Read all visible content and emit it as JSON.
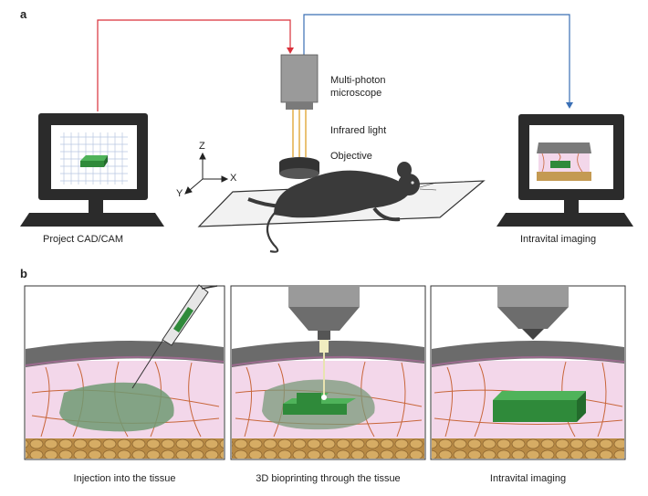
{
  "panel_a": {
    "letter": "a",
    "labels": {
      "microscope": [
        "Multi-photon",
        "microscope"
      ],
      "infrared": "Infrared light",
      "objective": "Objective",
      "axis_z": "Z",
      "axis_x": "X",
      "axis_y": "Y",
      "left_monitor": "Project CAD/CAM",
      "right_monitor": "Intravital imaging"
    },
    "colors": {
      "red_connector": "#d9303a",
      "blue_connector": "#3a6fb5"
    }
  },
  "panel_b": {
    "letter": "b",
    "captions": [
      "Injection into the tissue",
      "3D bioprinting through the tissue",
      "Intravital imaging"
    ],
    "colors": {
      "skin": "#6b6b6b",
      "dermis_pink": "#f3d7ea",
      "fibers": "#c8663a",
      "fat": "#c49a52",
      "construct": "#2f8a3a",
      "ink_cloud": "#7a9a7a"
    }
  }
}
